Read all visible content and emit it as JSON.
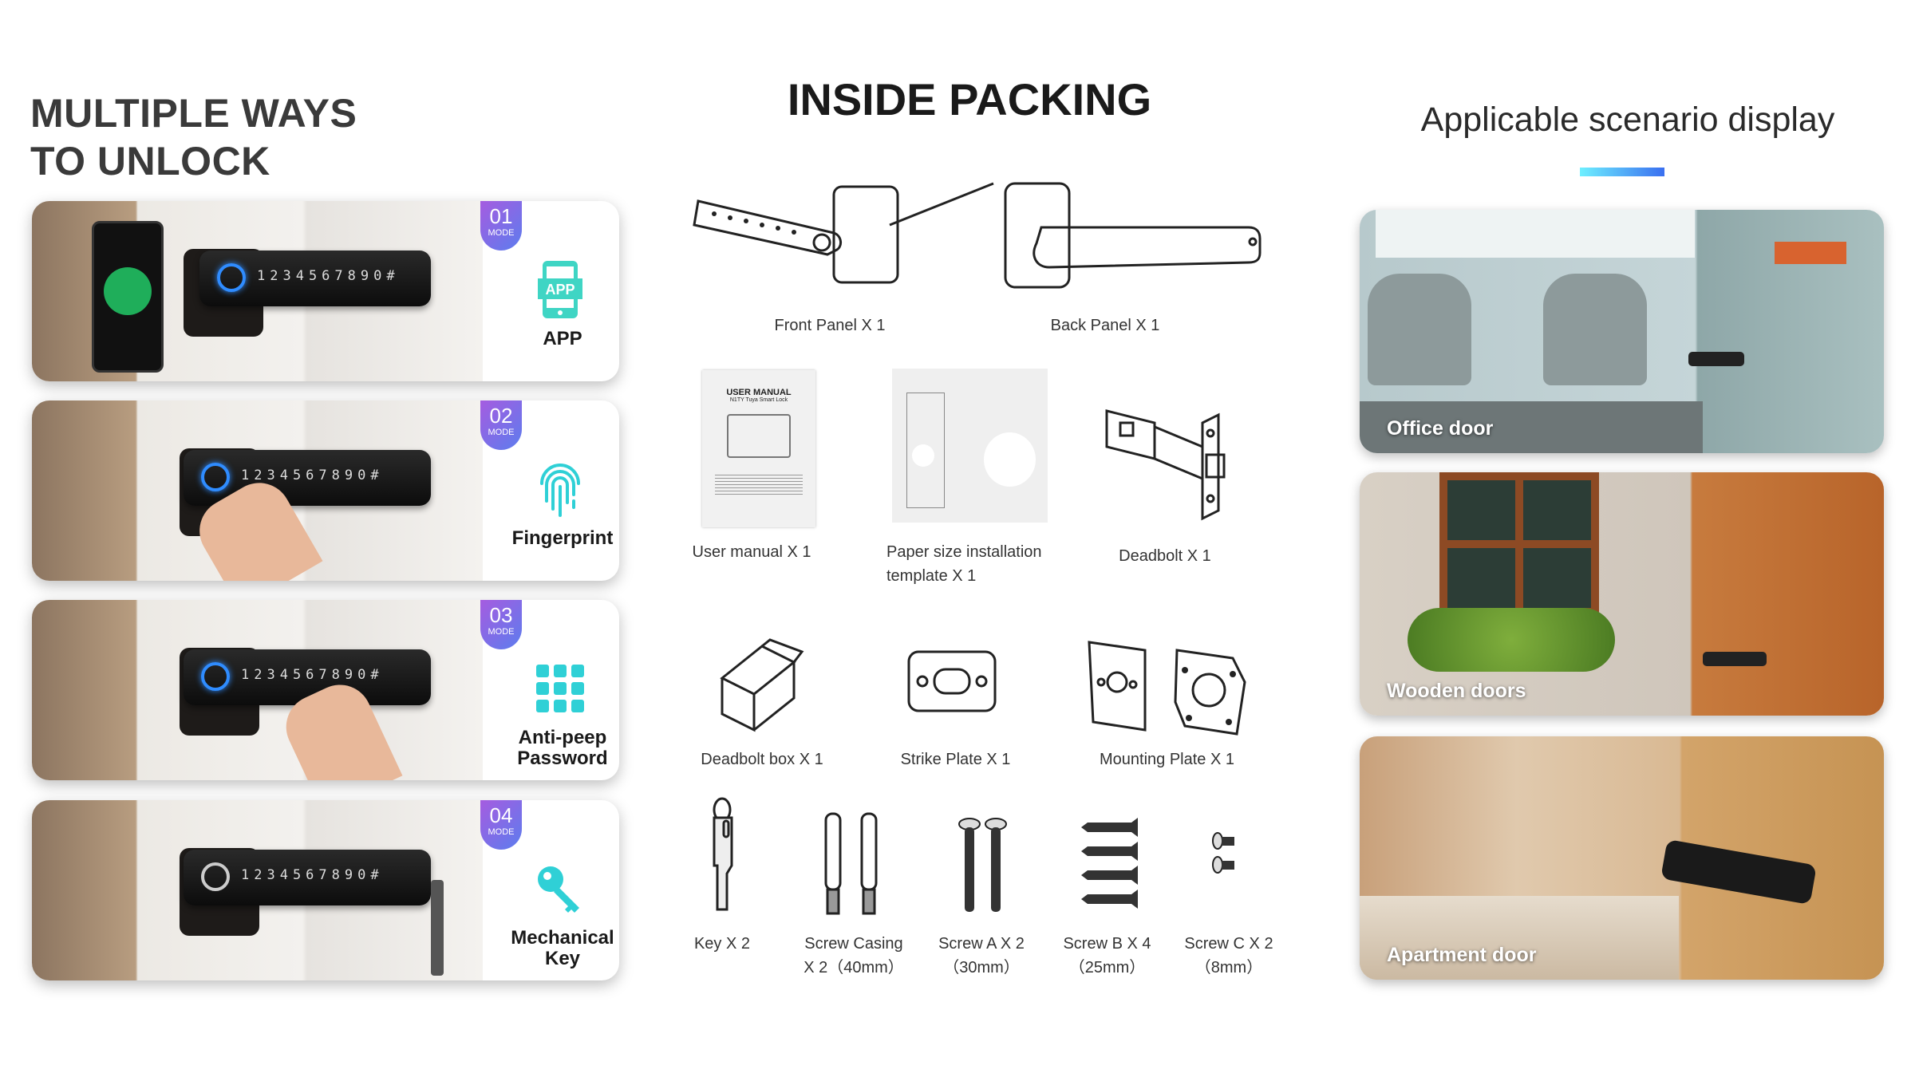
{
  "left": {
    "title_line1": "MULTIPLE WAYS",
    "title_line2": "TO UNLOCK",
    "keypad_digits": "1234567890#",
    "modes": [
      {
        "number": "01",
        "mode_text": "MODE",
        "label": "APP",
        "icon_text": "APP",
        "icon": "app-phone-icon"
      },
      {
        "number": "02",
        "mode_text": "MODE",
        "label": "Fingerprint",
        "icon": "fingerprint-icon"
      },
      {
        "number": "03",
        "mode_text": "MODE",
        "label": "Anti-peep Password",
        "icon": "keypad-grid-icon"
      },
      {
        "number": "04",
        "mode_text": "MODE",
        "label": "Mechanical Key",
        "icon": "key-icon"
      }
    ]
  },
  "packing": {
    "title": "INSIDE PACKING",
    "items": {
      "front_panel": "Front Panel  X 1",
      "back_panel": "Back Panel  X 1",
      "user_manual": "User manual  X 1",
      "manual_cover_title": "USER MANUAL",
      "manual_cover_subtitle": "N1TY Tuya Smart Lock",
      "template_line1": "Paper size installation",
      "template_line2": "template X 1",
      "deadbolt": "Deadbolt  X 1",
      "deadbolt_box": "Deadbolt box  X 1",
      "strike_plate": "Strike Plate  X 1",
      "mounting_plate": "Mounting Plate  X 1",
      "key": "Key  X 2",
      "screw_casing_1": "Screw Casing",
      "screw_casing_2": "X 2（40mm）",
      "screw_a_1": "Screw A  X 2",
      "screw_a_2": "（30mm）",
      "screw_b_1": "Screw B  X 4",
      "screw_b_2": "（25mm）",
      "screw_c_1": "Screw C  X 2",
      "screw_c_2": "（8mm）"
    }
  },
  "scenarios": {
    "title": "Applicable scenario display",
    "accent_colors": [
      "#6ef0ff",
      "#3a6ff0"
    ],
    "items": [
      {
        "label": "Office door"
      },
      {
        "label": "Wooden doors"
      },
      {
        "label": "Apartment door"
      }
    ]
  }
}
